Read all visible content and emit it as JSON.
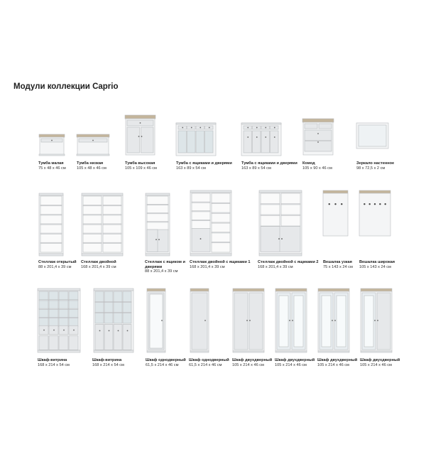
{
  "title": "Модули коллекции Caprio",
  "items": [
    {
      "name": "Тумба малая",
      "dims": "75 x 48 x 46 см"
    },
    {
      "name": "Тумба низкая",
      "dims": "105 x 48 x 46 см"
    },
    {
      "name": "Тумба высокая",
      "dims": "105 x 109 x 46 см"
    },
    {
      "name": "Тумба с ящиками и дверями",
      "dims": "163 x 89 x 54 см"
    },
    {
      "name": "Тумба с ящиками и дверями",
      "dims": "163 x 89 x 54 см"
    },
    {
      "name": "Комод",
      "dims": "105 x 90 x 46 см"
    },
    {
      "name": "Зеркало настенное",
      "dims": "98 x 72,5 x 2 см"
    },
    {
      "name": "Стеллаж открытый",
      "dims": "88 x 201,4 x 39 см"
    },
    {
      "name": "Стеллаж двойной",
      "dims": "168 x 201,4 x 39 см"
    },
    {
      "name": "Стеллаж с ящиком и дверями",
      "dims": "88 x 201,4 x 39 см"
    },
    {
      "name": "Стеллаж двойной с ящиками 1",
      "dims": "168 x 201,4 x 39 см"
    },
    {
      "name": "Стеллаж двойной с ящиками 2",
      "dims": "168 x 201,4 x 39 см"
    },
    {
      "name": "Вешалка узкая",
      "dims": "75 x 143 x 24 см"
    },
    {
      "name": "Вешалка широкая",
      "dims": "105 x 143 x 24 см"
    },
    {
      "name": "Шкаф-витрина",
      "dims": "168 x 214 x 54 см"
    },
    {
      "name": "Шкаф-витрина",
      "dims": "168 x 214 x 54 см"
    },
    {
      "name": "Шкаф однодверный",
      "dims": "61,5 x 214 x 46 см"
    },
    {
      "name": "Шкаф однодверный",
      "dims": "61,5 x 214 x 46 см"
    },
    {
      "name": "Шкаф двухдверный",
      "dims": "105 x 214 x 46 см"
    },
    {
      "name": "Шкаф двухдверный",
      "dims": "105 x 214 x 46 см"
    },
    {
      "name": "Шкаф двухдверный",
      "dims": "105 x 214 x 46 см"
    },
    {
      "name": "Шкаф двухдверный",
      "dims": "105 x 214 x 46 см"
    }
  ]
}
